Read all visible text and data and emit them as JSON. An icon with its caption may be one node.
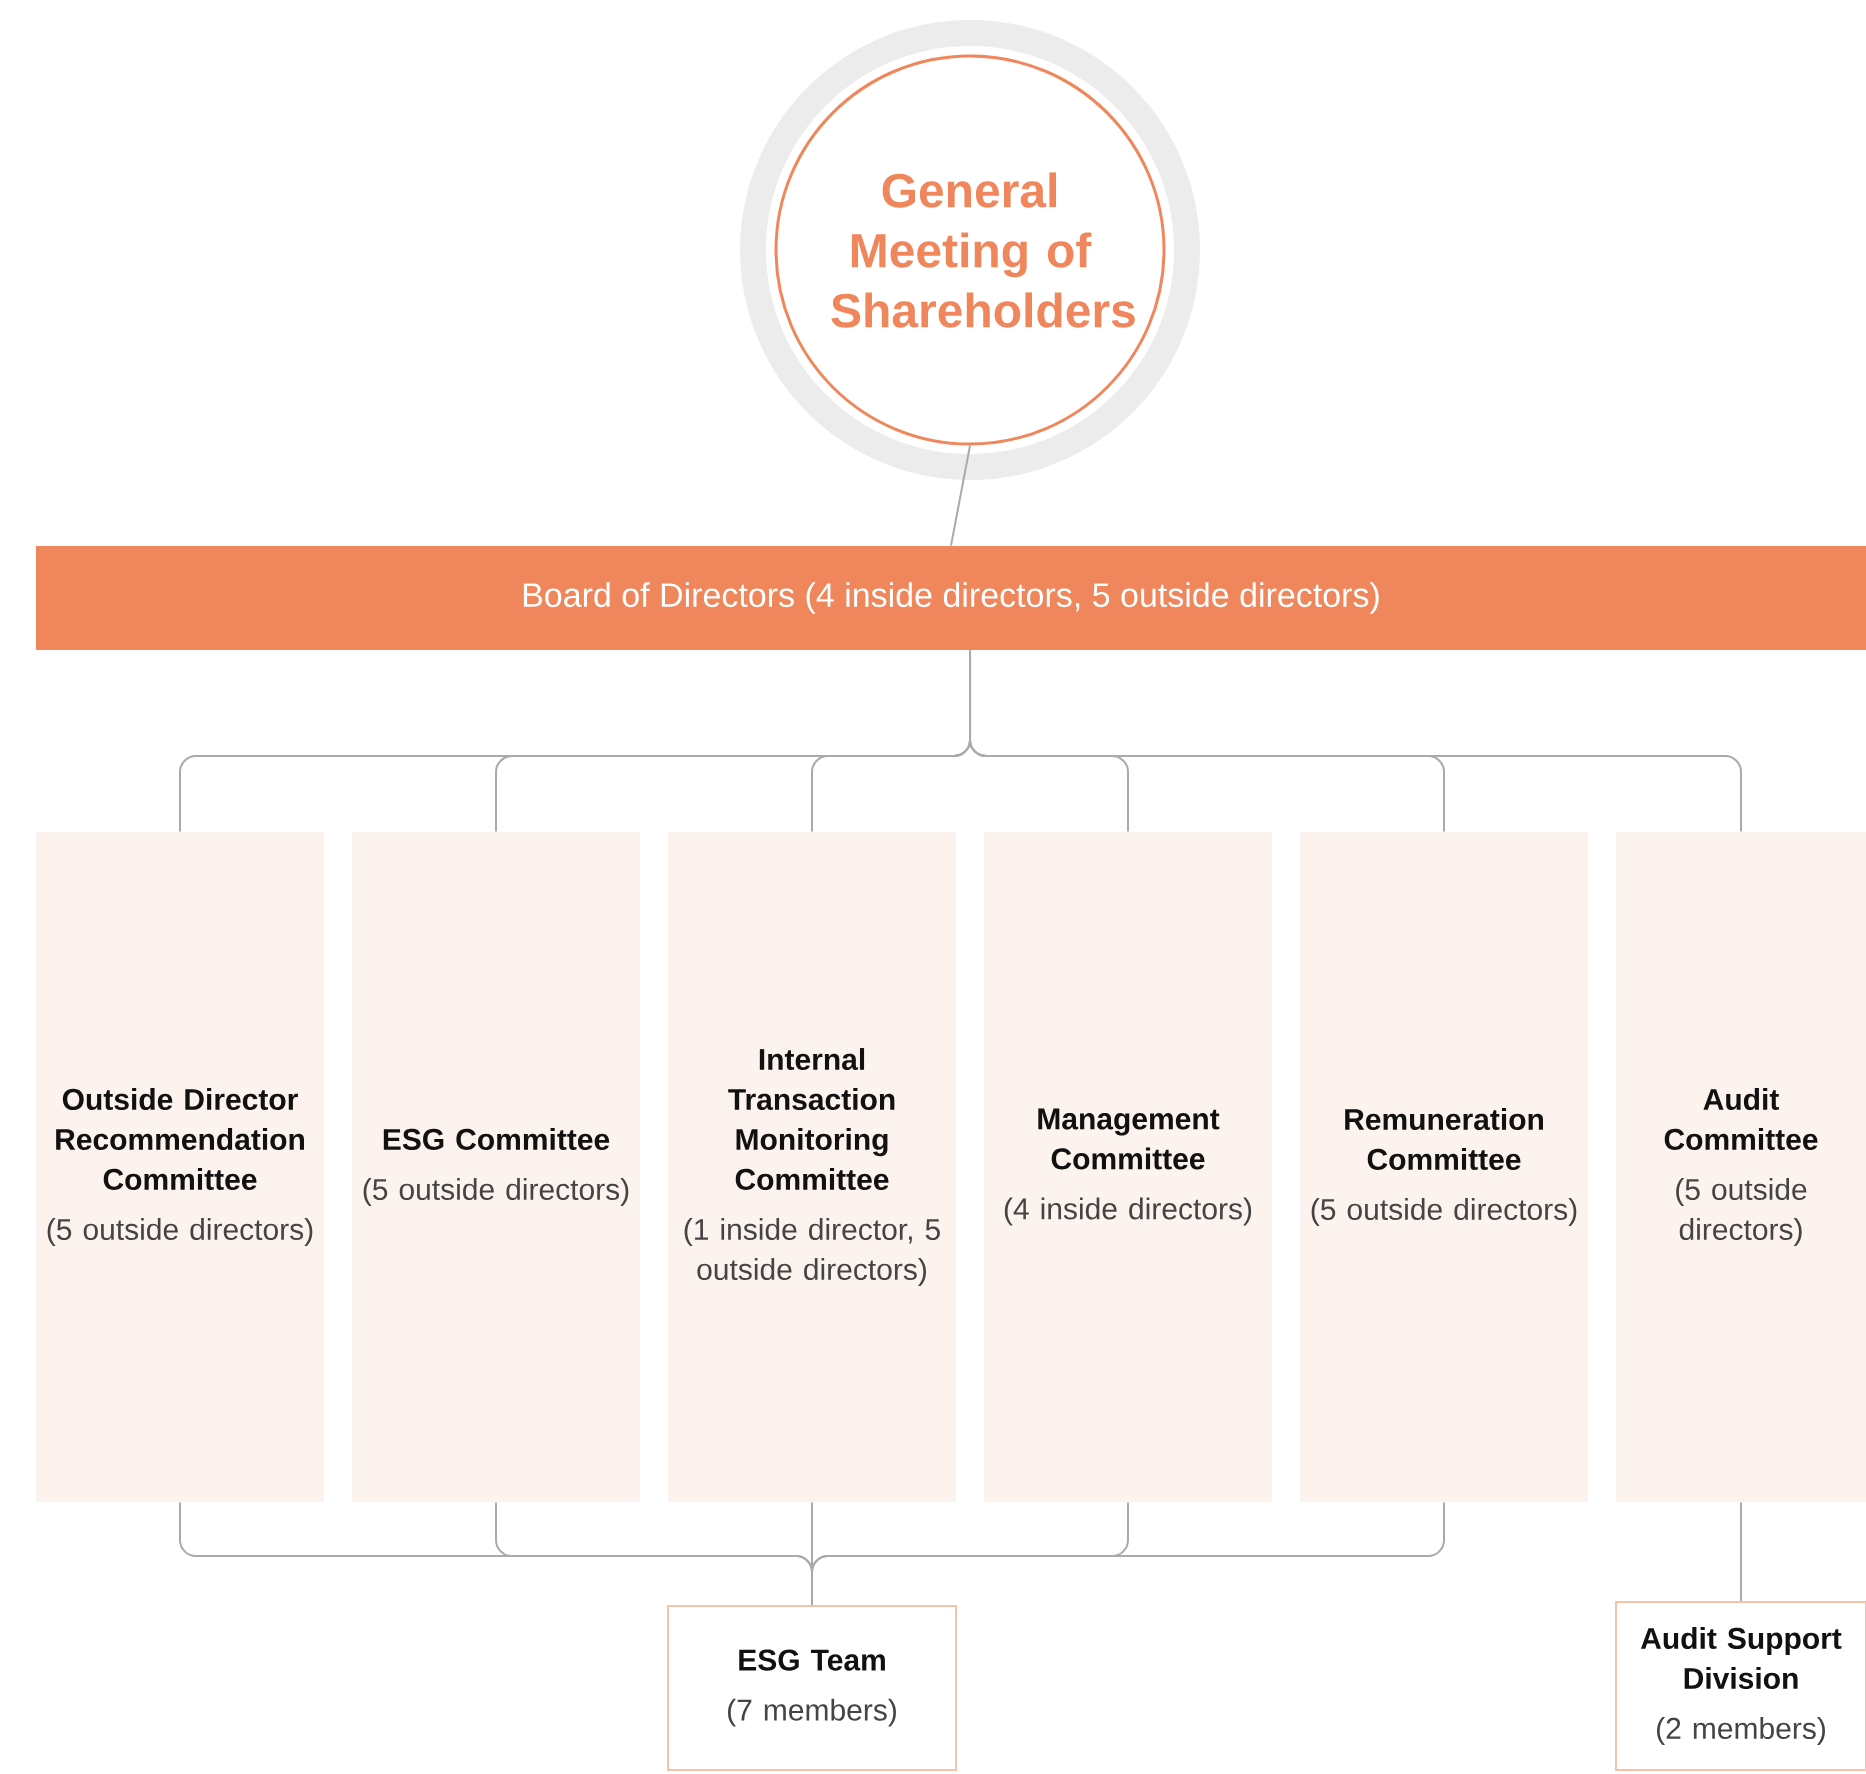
{
  "diagram": {
    "nodes": [
      {
        "text": [
          "General Meeting of Shareholders"
        ]
      },
      {
        "text": [
          "Board of Directors (4 inside directors, 5 outside directors)"
        ]
      },
      {
        "text": [
          "Outside Director Recommendation Committee",
          "(5 outside directors)"
        ]
      },
      {
        "text": [
          "ESG Committee",
          "(5 outside directors)"
        ]
      },
      {
        "text": [
          "Internal Transaction Monitoring Committee",
          "(1 inside director, 5 outside directors)"
        ]
      },
      {
        "text": [
          "Management Committee",
          "(4 inside directors)"
        ]
      },
      {
        "text": [
          "Remuneration Committee",
          "(5 outside directors)"
        ]
      },
      {
        "text": [
          "Audit Committee",
          "(5 outside directors)"
        ]
      },
      {
        "text": [
          "ESG Team",
          "(7 members)"
        ]
      },
      {
        "text": [
          "Audit Support Division",
          "(2 members)"
        ]
      }
    ],
    "edges": [
      {
        "from": 0,
        "to": 1,
        "arrow": "none"
      },
      {
        "from": 1,
        "to": 2,
        "arrow": "none"
      },
      {
        "from": 1,
        "to": 3,
        "arrow": "none"
      },
      {
        "from": 1,
        "to": 4,
        "arrow": "none"
      },
      {
        "from": 1,
        "to": 5,
        "arrow": "none"
      },
      {
        "from": 1,
        "to": 6,
        "arrow": "none"
      },
      {
        "from": 1,
        "to": 7,
        "arrow": "none"
      },
      {
        "from": 2,
        "to": 8,
        "arrow": "none"
      },
      {
        "from": 3,
        "to": 8,
        "arrow": "none"
      },
      {
        "from": 4,
        "to": 8,
        "arrow": "none"
      },
      {
        "from": 5,
        "to": 8,
        "arrow": "none"
      },
      {
        "from": 6,
        "to": 8,
        "arrow": "none"
      },
      {
        "from": 7,
        "to": 9,
        "arrow": "none"
      }
    ]
  }
}
